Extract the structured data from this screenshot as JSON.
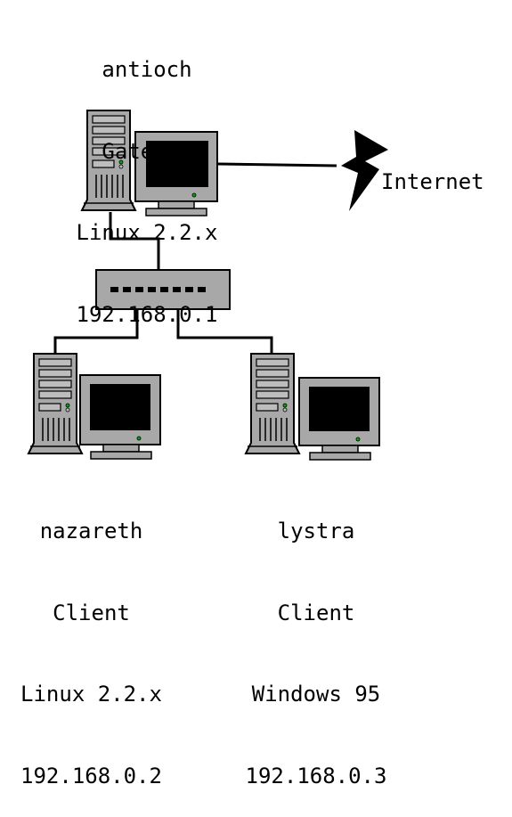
{
  "gateway": {
    "hostname": "antioch",
    "role": "Gateway",
    "os": "Linux 2.2.x",
    "ip": "192.168.0.1"
  },
  "clients": [
    {
      "hostname": "nazareth",
      "role": "Client",
      "os": "Linux 2.2.x",
      "ip": "192.168.0.2"
    },
    {
      "hostname": "lystra",
      "role": "Client",
      "os": "Windows 95",
      "ip": "192.168.0.3"
    }
  ],
  "internet": {
    "label": "Internet"
  },
  "colors": {
    "case": "#a8a8a8",
    "screen": "#000000",
    "line": "#000000",
    "led": "#00aa00"
  }
}
